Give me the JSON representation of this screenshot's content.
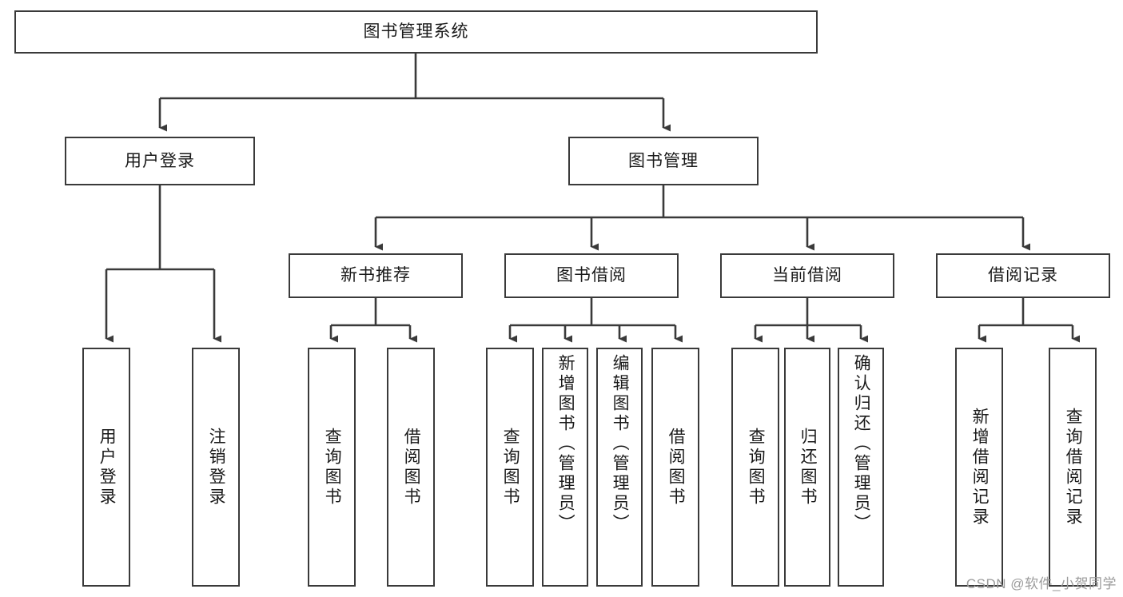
{
  "diagram": {
    "type": "tree-hierarchy",
    "title": "图书管理系统",
    "watermark": "CSDN @软件_小贺同学",
    "stroke_color": "#3a3a3a",
    "text_color": "#1a1a1a",
    "background": "#ffffff",
    "watermark_color": "#9b9b9b"
  },
  "nodes": {
    "root": {
      "label": "图书管理系统",
      "level": 0,
      "orientation": "horizontal"
    },
    "level1": [
      {
        "id": "user-login",
        "label": "用户登录",
        "orientation": "horizontal"
      },
      {
        "id": "book-manage",
        "label": "图书管理",
        "orientation": "horizontal"
      }
    ],
    "level2": [
      {
        "id": "new-book-recommend",
        "label": "新书推荐",
        "orientation": "horizontal",
        "parent": "book-manage"
      },
      {
        "id": "book-borrow",
        "label": "图书借阅",
        "orientation": "horizontal",
        "parent": "book-manage"
      },
      {
        "id": "current-borrow",
        "label": "当前借阅",
        "orientation": "horizontal",
        "parent": "book-manage"
      },
      {
        "id": "borrow-record",
        "label": "借阅记录",
        "orientation": "horizontal",
        "parent": "book-manage"
      }
    ],
    "leaves": [
      {
        "id": "leaf-user-login",
        "label": "用户登录",
        "parent": "user-login",
        "orientation": "vertical",
        "align": "center"
      },
      {
        "id": "leaf-user-logout",
        "label": "注销登录",
        "parent": "user-login",
        "orientation": "vertical",
        "align": "center"
      },
      {
        "id": "leaf-query-book-1",
        "label": "查询图书",
        "parent": "new-book-recommend",
        "orientation": "vertical",
        "align": "center"
      },
      {
        "id": "leaf-borrow-book-1",
        "label": "借阅图书",
        "parent": "new-book-recommend",
        "orientation": "vertical",
        "align": "center"
      },
      {
        "id": "leaf-query-book-2",
        "label": "查询图书",
        "parent": "book-borrow",
        "orientation": "vertical",
        "align": "center"
      },
      {
        "id": "leaf-add-book",
        "label": "新增图书（管理员）",
        "parent": "book-borrow",
        "orientation": "vertical",
        "align": "top"
      },
      {
        "id": "leaf-edit-book",
        "label": "编辑图书（管理员）",
        "parent": "book-borrow",
        "orientation": "vertical",
        "align": "top"
      },
      {
        "id": "leaf-borrow-book-2",
        "label": "借阅图书",
        "parent": "book-borrow",
        "orientation": "vertical",
        "align": "center"
      },
      {
        "id": "leaf-query-book-3",
        "label": "查询图书",
        "parent": "current-borrow",
        "orientation": "vertical",
        "align": "center"
      },
      {
        "id": "leaf-return-book",
        "label": "归还图书",
        "parent": "current-borrow",
        "orientation": "vertical",
        "align": "center"
      },
      {
        "id": "leaf-confirm-return",
        "label": "确认归还（管理员）",
        "parent": "current-borrow",
        "orientation": "vertical",
        "align": "top"
      },
      {
        "id": "leaf-add-record",
        "label": "新增借阅记录",
        "parent": "borrow-record",
        "orientation": "vertical",
        "align": "center"
      },
      {
        "id": "leaf-query-record",
        "label": "查询借阅记录",
        "parent": "borrow-record",
        "orientation": "vertical",
        "align": "center"
      }
    ]
  }
}
